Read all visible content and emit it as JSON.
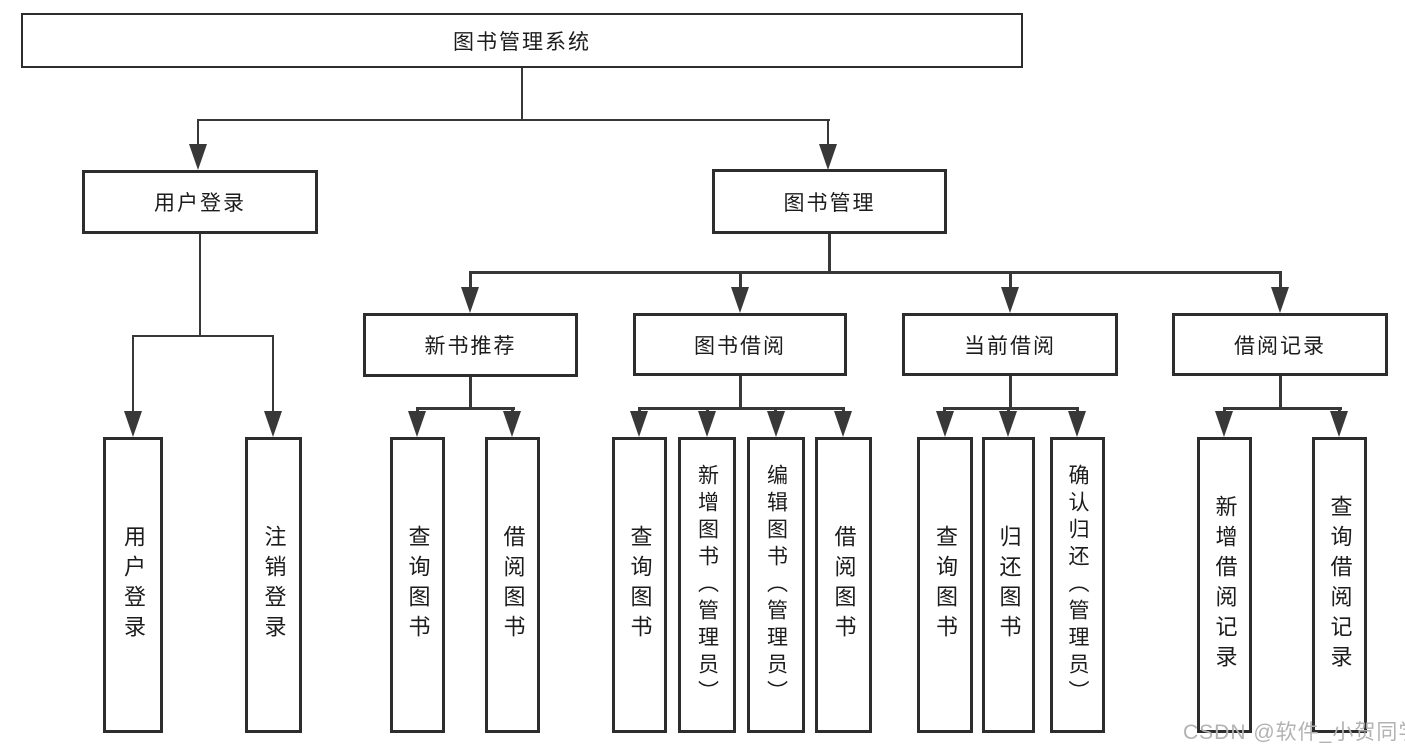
{
  "diagram_title": "图书管理系统",
  "tree": {
    "root": {
      "label": "图书管理系统",
      "children": [
        {
          "label": "用户登录",
          "children": [
            {
              "label": "用户登录"
            },
            {
              "label": "注销登录"
            }
          ]
        },
        {
          "label": "图书管理",
          "children": [
            {
              "label": "新书推荐",
              "children": [
                {
                  "label": "查询图书"
                },
                {
                  "label": "借阅图书"
                }
              ]
            },
            {
              "label": "图书借阅",
              "children": [
                {
                  "label": "查询图书"
                },
                {
                  "label": "新增图书（管理员）"
                },
                {
                  "label": "编辑图书（管理员）"
                },
                {
                  "label": "借阅图书"
                }
              ]
            },
            {
              "label": "当前借阅",
              "children": [
                {
                  "label": "查询图书"
                },
                {
                  "label": "归还图书"
                },
                {
                  "label": "确认归还（管理员）"
                }
              ]
            },
            {
              "label": "借阅记录",
              "children": [
                {
                  "label": "新增借阅记录"
                },
                {
                  "label": "查询借阅记录"
                }
              ]
            }
          ]
        }
      ]
    }
  },
  "watermark": {
    "text": "CSDN @软件_小贺同学"
  },
  "colors": {
    "background": "#ffffff",
    "box_fill": "#ffffff",
    "box_border": "#2d2d2d",
    "line": "#383838",
    "text": "#1c1c1c",
    "watermark": "#b3b3b3"
  }
}
